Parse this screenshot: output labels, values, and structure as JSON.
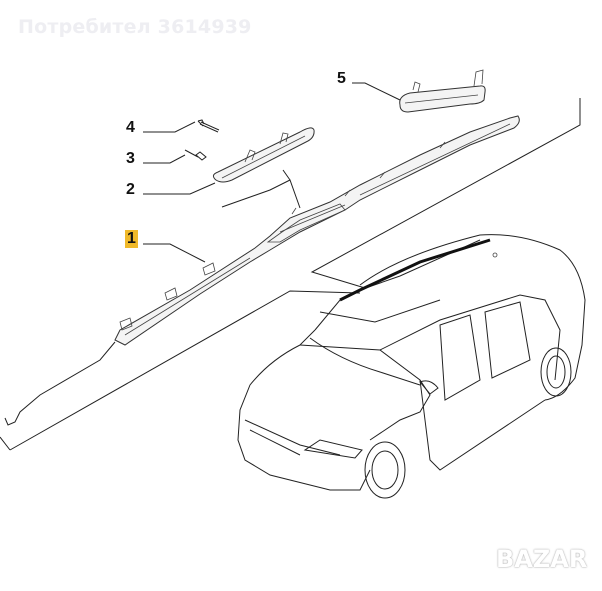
{
  "watermark": "Потребител 3614939",
  "logo": "BAZAR",
  "callouts": [
    {
      "label": "1",
      "highlighted": true
    },
    {
      "label": "2",
      "highlighted": false
    },
    {
      "label": "3",
      "highlighted": false
    },
    {
      "label": "4",
      "highlighted": false
    },
    {
      "label": "5",
      "highlighted": false
    }
  ],
  "colors": {
    "highlight": "#f0b92a",
    "line": "#222222"
  }
}
